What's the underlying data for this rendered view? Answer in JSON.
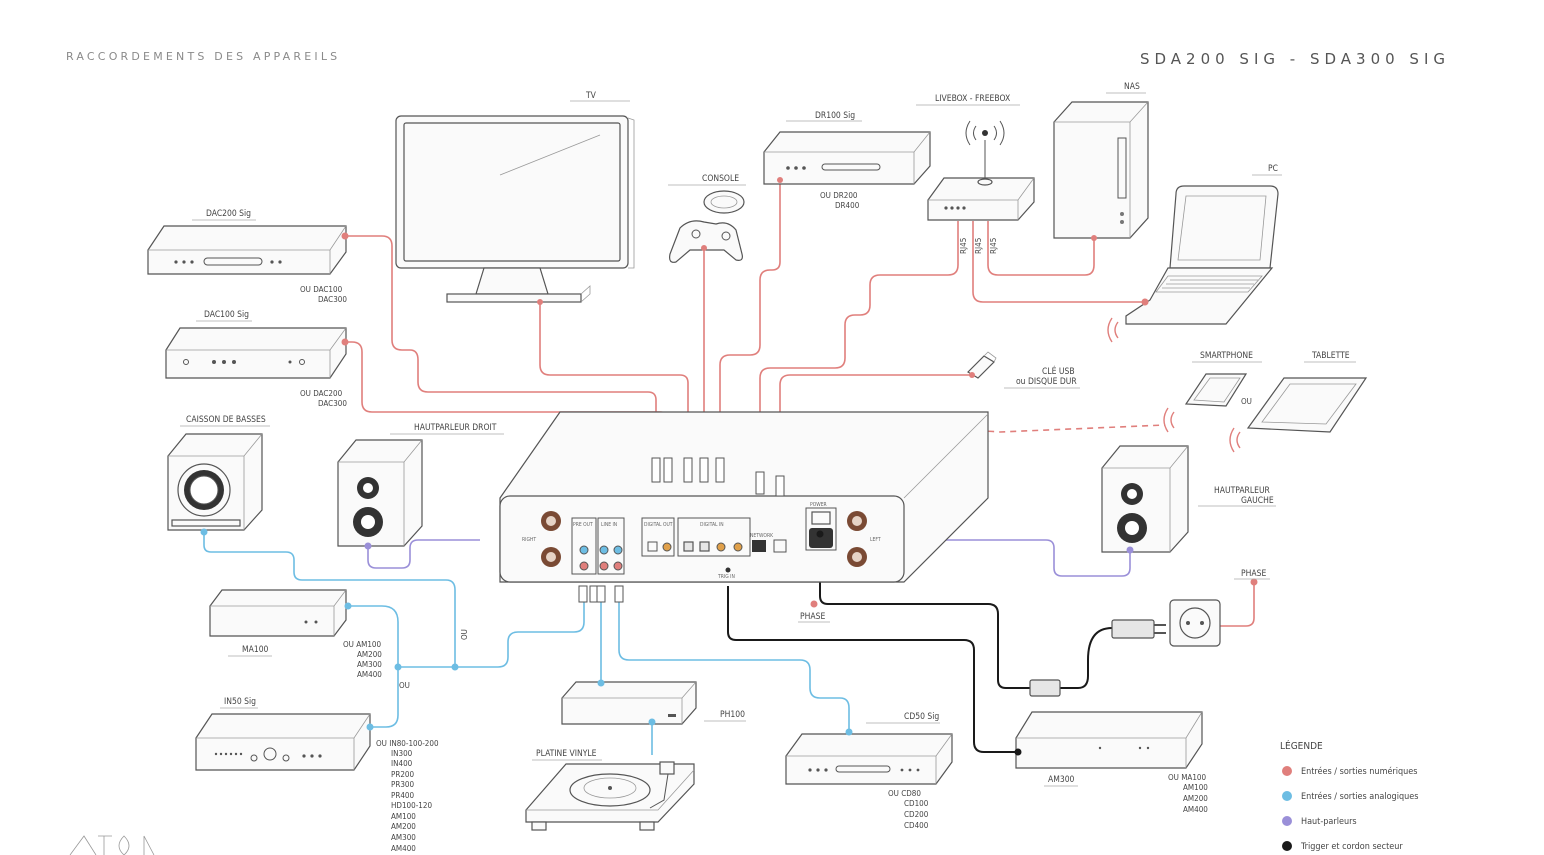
{
  "header": {
    "left_title": "RACCORDEMENTS DES APPAREILS",
    "right_title": "SDA200 SIG - SDA300 SIG"
  },
  "devices": {
    "tv": "TV",
    "dr100": "DR100 Sig",
    "dr100_alt": [
      "OU DR200",
      "DR400"
    ],
    "console": "CONSOLE",
    "livebox": "LIVEBOX - FREEBOX",
    "nas": "NAS",
    "pc": "PC",
    "dac200": "DAC200 Sig",
    "dac200_alt": [
      "OU  DAC100",
      "DAC300"
    ],
    "dac100": "DAC100 Sig",
    "dac100_alt": [
      "OU  DAC200",
      "DAC300"
    ],
    "usb": [
      "CLÉ USB",
      "ou DISQUE DUR"
    ],
    "smartphone": "SMARTPHONE",
    "tablette": "TABLETTE",
    "ou_mobile": "OU",
    "caisson": "CAISSON DE BASSES",
    "hp_droit": "HAUTPARLEUR DROIT",
    "hp_gauche": [
      "HAUTPARLEUR",
      "GAUCHE"
    ],
    "ma100": "MA100",
    "ma100_alt": [
      "OU AM100",
      "AM200",
      "AM300",
      "AM400"
    ],
    "ou_vertical": "OU",
    "ou_amp": "OU",
    "in50": "IN50 Sig",
    "in50_alt": [
      "OU  IN80-100-200",
      "IN300",
      "IN400",
      "PR200",
      "PR300",
      "PR400",
      "HD100-120",
      "AM100",
      "AM200",
      "AM300",
      "AM400"
    ],
    "ph100": "PH100",
    "platine": "PLATINE VINYLE",
    "cd50": "CD50 Sig",
    "cd50_alt": [
      "OU  CD80",
      "CD100",
      "CD200",
      "CD400"
    ],
    "am300": "AM300",
    "am300_alt": [
      "OU  MA100",
      "AM100",
      "AM200",
      "AM400"
    ],
    "phase_center": "PHASE",
    "phase_right": "PHASE",
    "rj45": [
      "RJ45",
      "RJ45",
      "RJ45"
    ]
  },
  "amp_panel": {
    "right": "RIGHT",
    "left": "LEFT",
    "pre_out": "PRE OUT",
    "line_in": "LINE IN",
    "digital_out": "DIGITAL OUT",
    "digital_in": "DIGITAL IN",
    "network": "NETWORK",
    "power": "POWER",
    "trig_in": "TRIG IN"
  },
  "legend": {
    "title": "LÉGENDE",
    "items": [
      {
        "label": "Entrées / sorties numériques",
        "color": "#e07f7c"
      },
      {
        "label": "Entrées / sorties analogiques",
        "color": "#6dbde3"
      },
      {
        "label": "Haut-parleurs",
        "color": "#9a8fd8"
      },
      {
        "label": "Trigger et cordon secteur",
        "color": "#1a1a1a"
      }
    ]
  }
}
